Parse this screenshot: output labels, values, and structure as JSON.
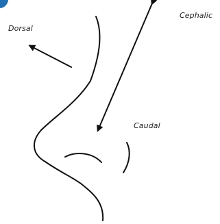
{
  "labels": {
    "dorsal": "Dorsal",
    "cephalic": "Cephalic",
    "caudal": "Caudal"
  },
  "colors": {
    "ink": "#111111",
    "corner": "#1f6fb2",
    "background": "#ffffff"
  }
}
